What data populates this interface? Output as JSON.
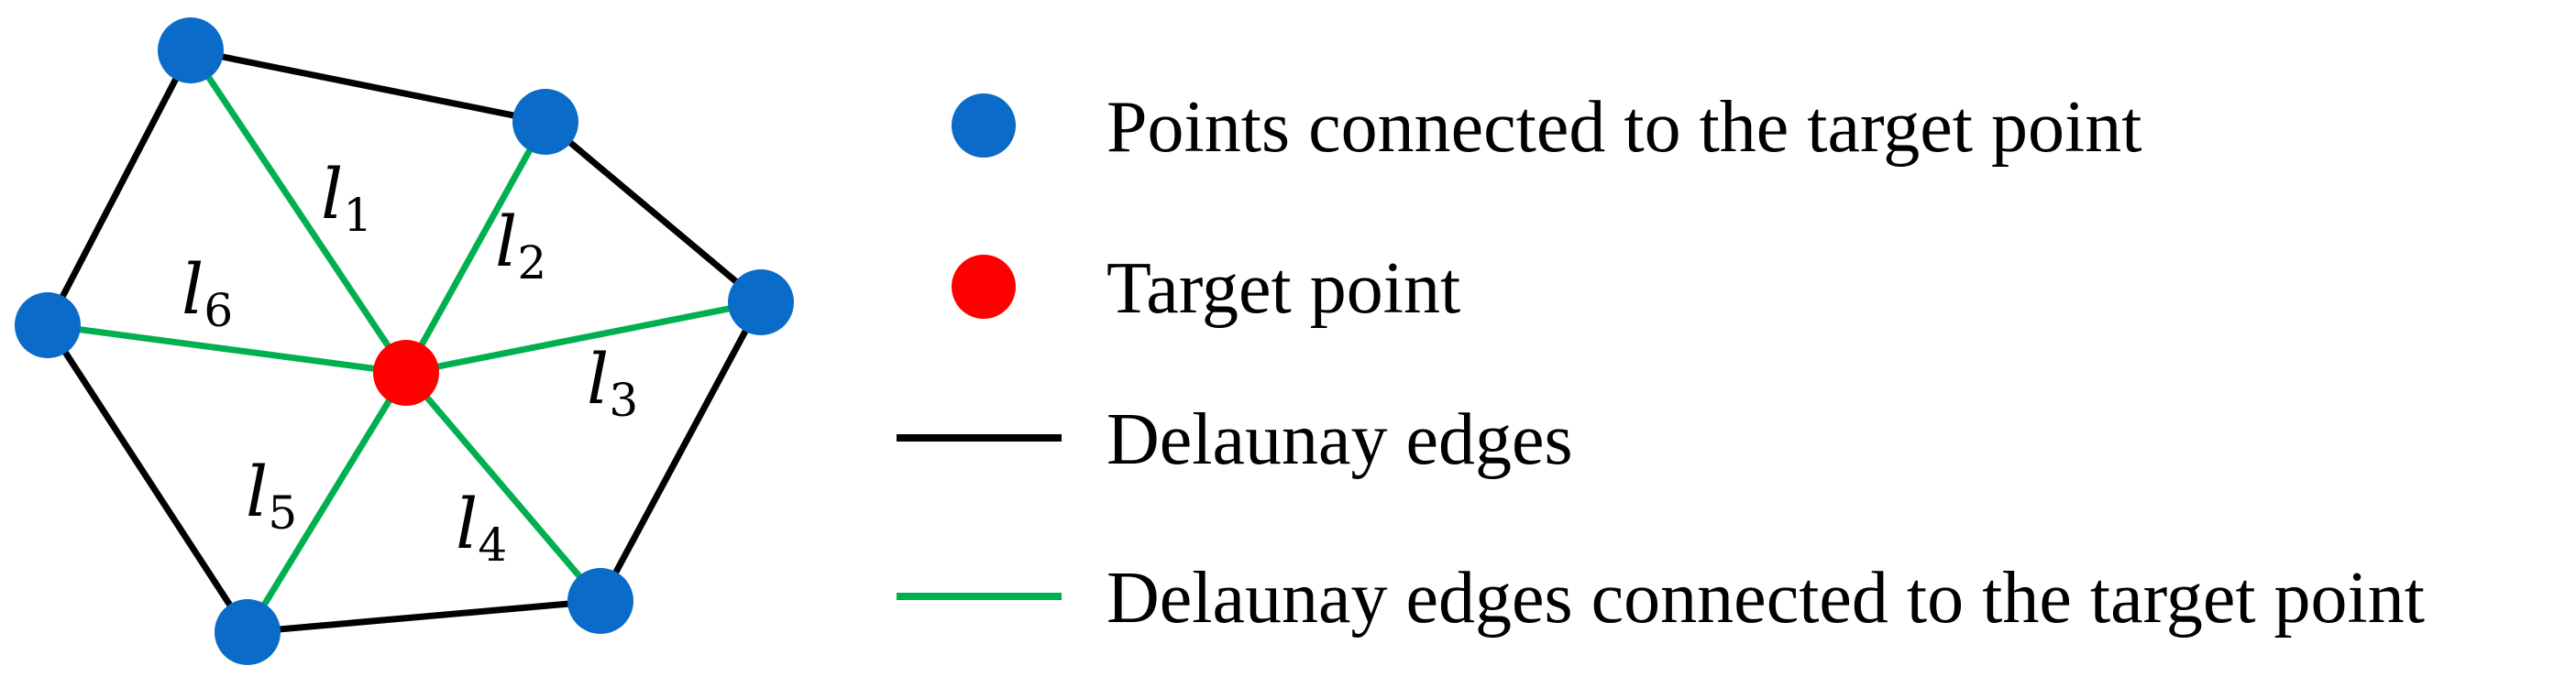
{
  "diagram": {
    "colors": {
      "neighbor_point": "#0a6bc9",
      "target_point": "#ff0000",
      "delaunay_edge": "#000000",
      "connected_edge": "#00b050"
    },
    "points": {
      "p1": {
        "label": ""
      },
      "p2": {
        "label": ""
      },
      "p3": {
        "label": ""
      },
      "p4": {
        "label": ""
      },
      "p5": {
        "label": ""
      },
      "p6": {
        "label": ""
      },
      "target": {
        "label": ""
      }
    },
    "edge_labels": [
      {
        "letter": "l",
        "sub": "1"
      },
      {
        "letter": "l",
        "sub": "2"
      },
      {
        "letter": "l",
        "sub": "3"
      },
      {
        "letter": "l",
        "sub": "4"
      },
      {
        "letter": "l",
        "sub": "5"
      },
      {
        "letter": "l",
        "sub": "6"
      }
    ]
  },
  "legend": {
    "items": [
      {
        "symbol": "blue-dot",
        "label": "Points connected to the target point"
      },
      {
        "symbol": "red-dot",
        "label": "Target point"
      },
      {
        "symbol": "black-line",
        "label": "Delaunay edges"
      },
      {
        "symbol": "green-line",
        "label": "Delaunay edges connected to the target point"
      }
    ]
  }
}
